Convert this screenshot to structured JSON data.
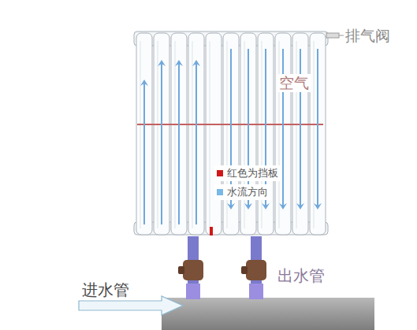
{
  "diagram": {
    "labels": [
      "排气阀",
      "空气",
      "进水管",
      "出水管"
    ],
    "legend": [
      {
        "text": "红色为挡板",
        "color": "#d01818"
      },
      {
        "text": "水流方向",
        "color": "#7ab8e6"
      }
    ]
  }
}
